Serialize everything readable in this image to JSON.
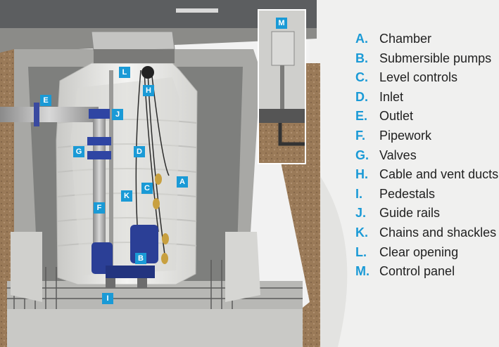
{
  "legend": [
    {
      "key": "A.",
      "label": "Chamber"
    },
    {
      "key": "B.",
      "label": "Submersible pumps"
    },
    {
      "key": "C.",
      "label": "Level controls"
    },
    {
      "key": "D.",
      "label": "Inlet"
    },
    {
      "key": "E.",
      "label": "Outlet"
    },
    {
      "key": "F.",
      "label": "Pipework"
    },
    {
      "key": "G.",
      "label": "Valves"
    },
    {
      "key": "H.",
      "label": "Cable and vent ducts"
    },
    {
      "key": "I.",
      "label": "Pedestals"
    },
    {
      "key": "J.",
      "label": "Guide rails"
    },
    {
      "key": "K.",
      "label": "Chains and shackles"
    },
    {
      "key": "L.",
      "label": "Clear opening"
    },
    {
      "key": "M.",
      "label": "Control panel"
    }
  ],
  "badges": {
    "A": "A",
    "B": "B",
    "C": "C",
    "D": "D",
    "E": "E",
    "F": "F",
    "G": "G",
    "H": "H",
    "I": "I",
    "J": "J",
    "K": "K",
    "L": "L",
    "M": "M"
  },
  "colors": {
    "accent": "#1a9ad6",
    "pump": "#2b3f96",
    "chamber": "#e6e6e3",
    "soil": "#9a7a58",
    "concrete": "#9c9c9a"
  }
}
